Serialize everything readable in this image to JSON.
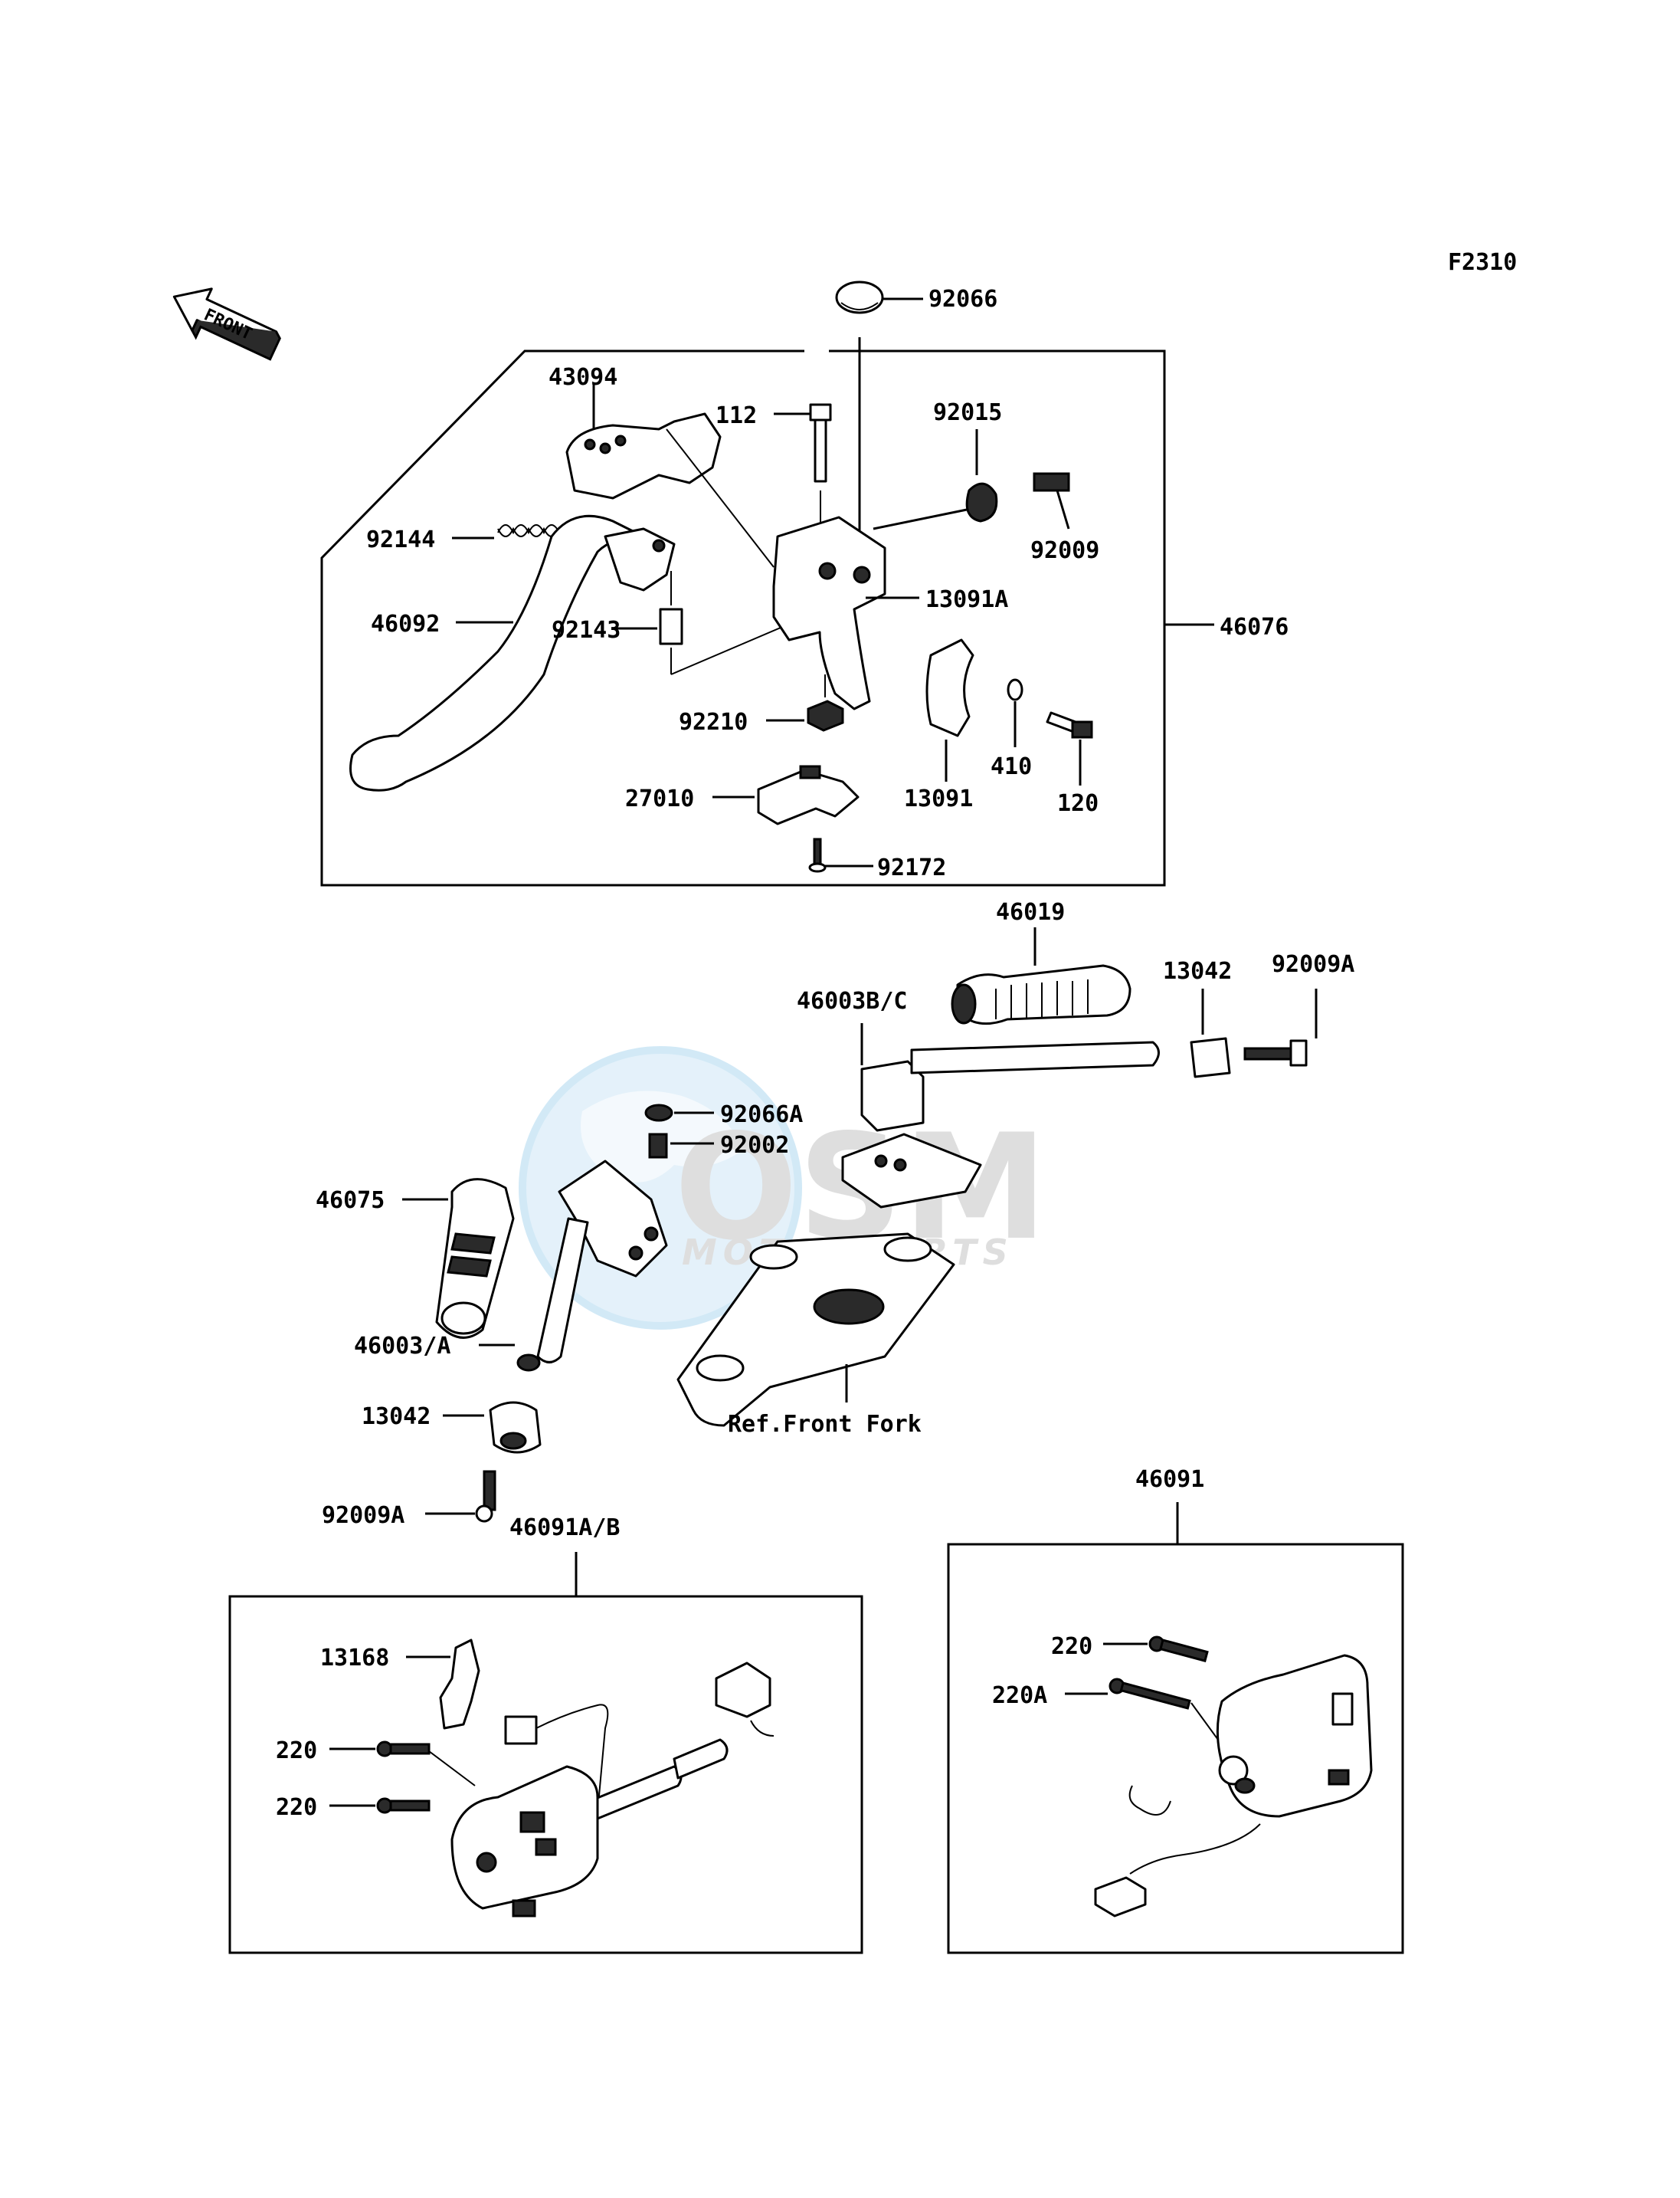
{
  "figure_code": "F2310",
  "direction_label": "FRONT",
  "watermark": {
    "brand": "OSM",
    "subtitle": "MOTORPARTS"
  },
  "labels": {
    "92066": "92066",
    "43094": "43094",
    "112": "112",
    "92015": "92015",
    "92144": "92144",
    "92009": "92009",
    "13091A": "13091A",
    "46092": "46092",
    "92143": "92143",
    "46076": "46076",
    "92210": "92210",
    "410": "410",
    "27010": "27010",
    "13091": "13091",
    "120": "120",
    "92172": "92172",
    "46019": "46019",
    "13042_right": "13042",
    "92009A_right": "92009A",
    "46003BC": "46003B/C",
    "92066A": "92066A",
    "92002": "92002",
    "46075": "46075",
    "46003A": "46003/A",
    "ref_front_fork": "Ref.Front Fork",
    "13042_left": "13042",
    "92009A_left": "92009A",
    "46091AB": "46091A/B",
    "46091": "46091",
    "13168": "13168",
    "220_a": "220",
    "220_b": "220",
    "220_right": "220",
    "220A": "220A"
  }
}
